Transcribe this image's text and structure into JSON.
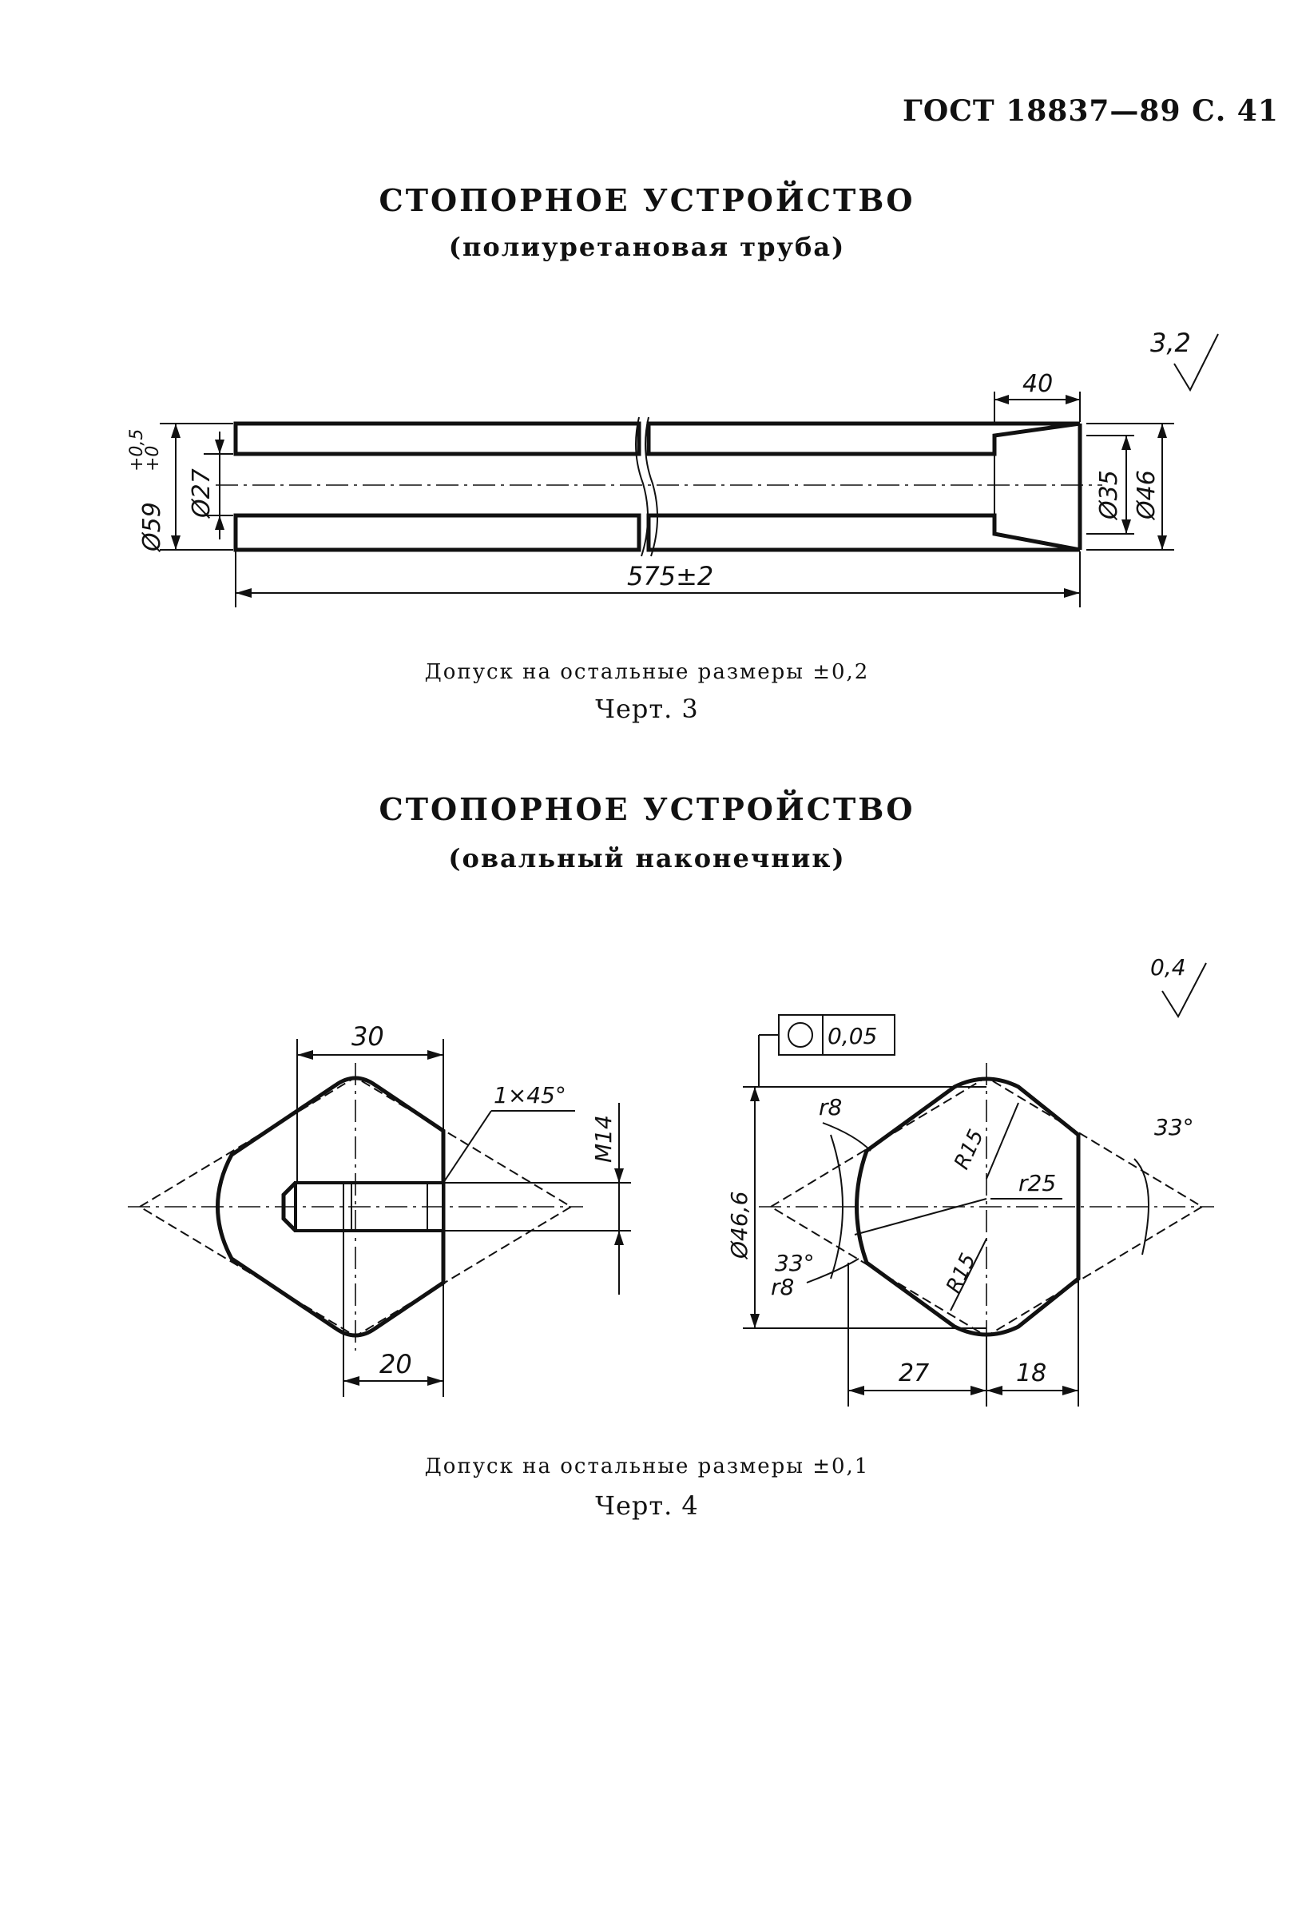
{
  "header": "ГОСТ 18837—89 С. 41",
  "section1": {
    "title": "СТОПОРНОЕ УСТРОЙСТВО",
    "subtitle": "(полиуретановая труба)",
    "roughness": "3,2",
    "dims": {
      "outer": "Ø59",
      "tol_upper": "+0,5",
      "tol_lower": "+0",
      "inner": "Ø27",
      "end_len": "40",
      "bore1": "Ø35",
      "bore2": "Ø46",
      "length": "575±2"
    },
    "note": "Допуск на остальные размеры ±0,2",
    "caption": "Черт. 3"
  },
  "section2": {
    "title": "СТОПОРНОЕ УСТРОЙСТВО",
    "subtitle": "(овальный наконечник)",
    "roughness": "0,4",
    "left_dims": {
      "top": "30",
      "chamfer": "1×45°",
      "thread": "M14",
      "bottom": "20"
    },
    "right_dims": {
      "tolerance": "0,05",
      "diameter": "Ø46,6",
      "r_small_top": "r8",
      "r_small_bottom": "r8",
      "angle_left": "33°",
      "angle_right": "33°",
      "r_top": "R15",
      "r_bottom": "R15",
      "r_large": "r25",
      "bottom_left": "27",
      "bottom_right": "18"
    },
    "note": "Допуск на остальные размеры ±0,1",
    "caption": "Черт. 4"
  }
}
